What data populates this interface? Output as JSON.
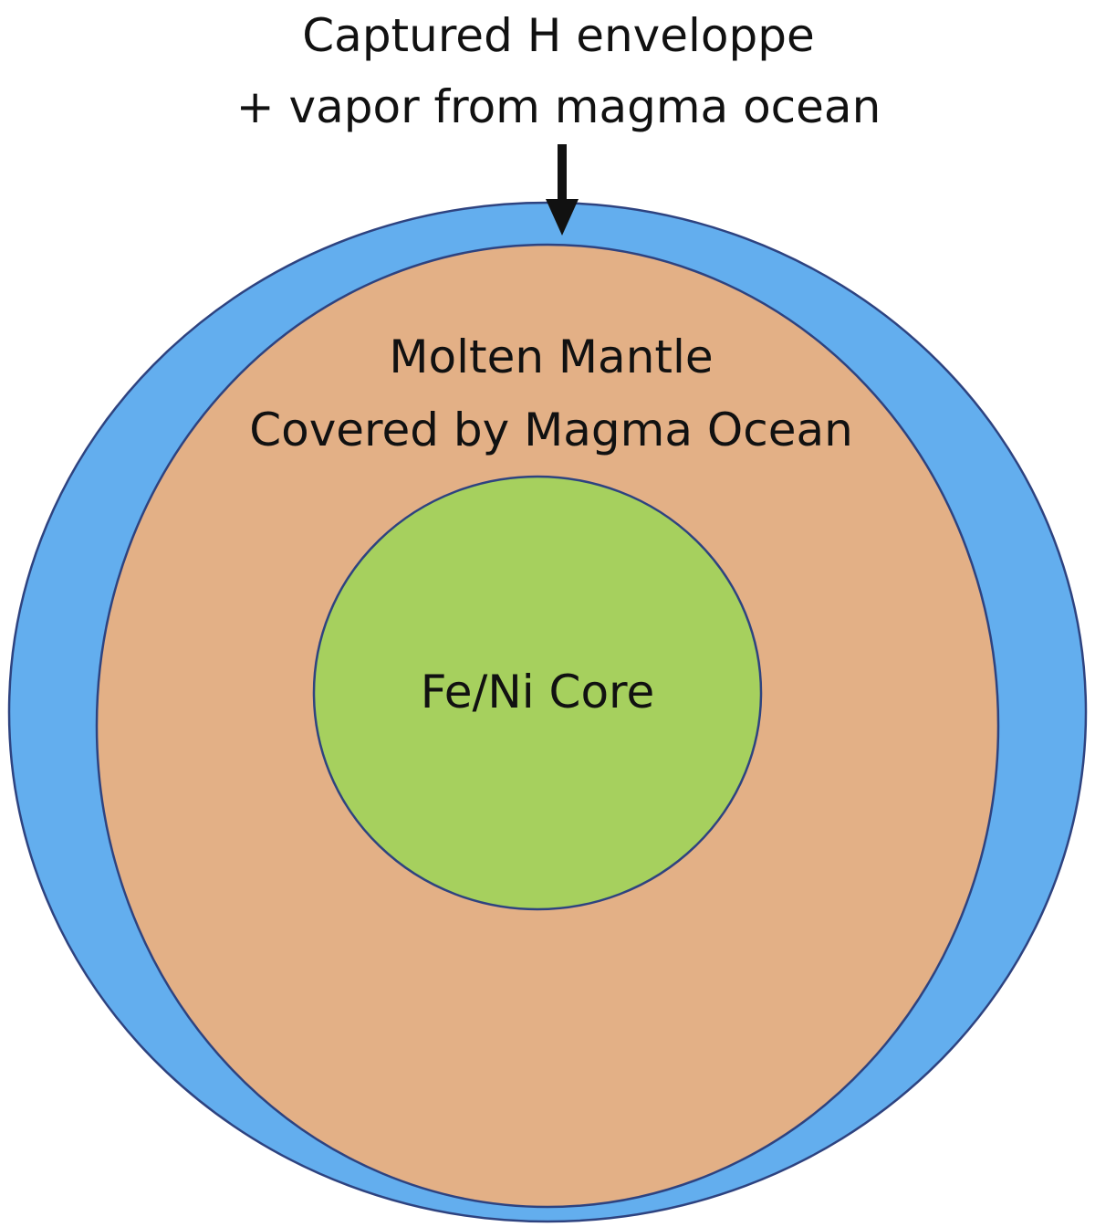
{
  "diagram": {
    "envelope_label": {
      "line1": "Captured H enveloppe",
      "line2": "+ vapor from magma ocean"
    },
    "mantle_label": {
      "line1": "Molten Mantle",
      "line2": "Covered by Magma Ocean"
    },
    "core_label": "Fe/Ni Core",
    "colors": {
      "envelope": "#63AEEE",
      "mantle": "#E3B086",
      "core": "#A6D05E",
      "outline": "#2E4380",
      "arrow": "#111111",
      "text": "#111111"
    }
  }
}
